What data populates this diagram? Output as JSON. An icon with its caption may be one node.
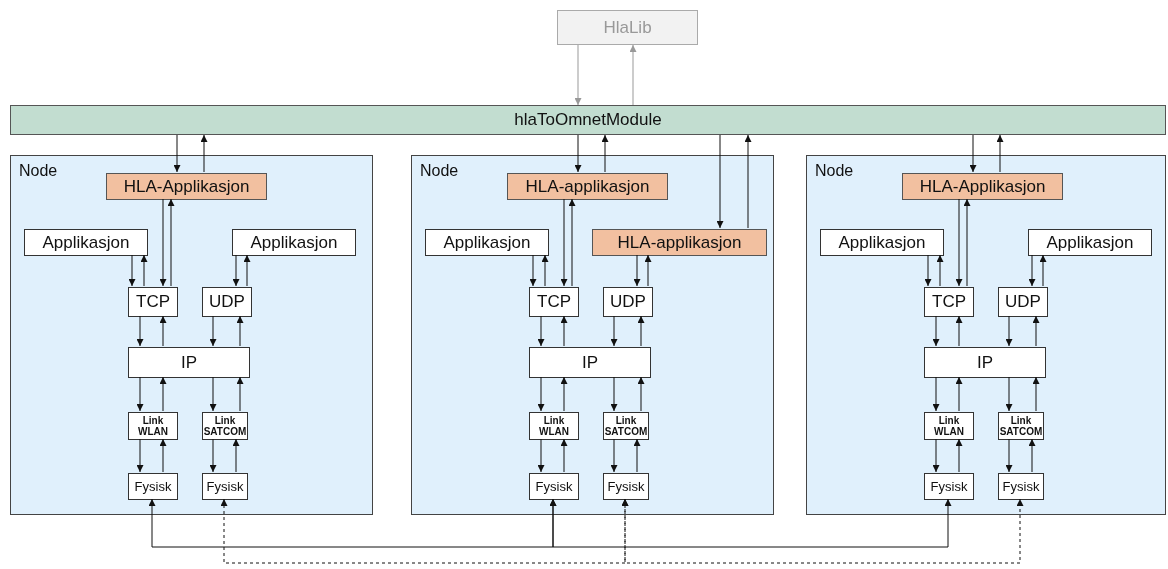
{
  "diagram": {
    "nodes": [
      {
        "text": [
          "HlaLib"
        ]
      },
      {
        "text": [
          "hlaToOmnetModule"
        ]
      },
      {
        "text": [
          "Node"
        ]
      },
      {
        "text": [
          "HLA-Applikasjon"
        ],
        "in": 2
      },
      {
        "text": [
          "Applikasjon"
        ],
        "in": 2
      },
      {
        "text": [
          "Applikasjon"
        ],
        "in": 2
      },
      {
        "text": [
          "TCP"
        ],
        "in": 2
      },
      {
        "text": [
          "UDP"
        ],
        "in": 2
      },
      {
        "text": [
          "IP"
        ],
        "in": 2
      },
      {
        "text": [
          "Link WLAN"
        ],
        "in": 2
      },
      {
        "text": [
          "Link SATCOM"
        ],
        "in": 2
      },
      {
        "text": [
          "Fysisk"
        ],
        "in": 2
      },
      {
        "text": [
          "Fysisk"
        ],
        "in": 2
      },
      {
        "text": [
          "Node"
        ]
      },
      {
        "text": [
          "HLA-applikasjon"
        ],
        "in": 13
      },
      {
        "text": [
          "Applikasjon"
        ],
        "in": 13
      },
      {
        "text": [
          "HLA-applikasjon"
        ],
        "in": 13
      },
      {
        "text": [
          "TCP"
        ],
        "in": 13
      },
      {
        "text": [
          "UDP"
        ],
        "in": 13
      },
      {
        "text": [
          "IP"
        ],
        "in": 13
      },
      {
        "text": [
          "Link WLAN"
        ],
        "in": 13
      },
      {
        "text": [
          "Link SATCOM"
        ],
        "in": 13
      },
      {
        "text": [
          "Fysisk"
        ],
        "in": 13
      },
      {
        "text": [
          "Fysisk"
        ],
        "in": 13
      },
      {
        "text": [
          "Node"
        ]
      },
      {
        "text": [
          "HLA-Applikasjon"
        ],
        "in": 24
      },
      {
        "text": [
          "Applikasjon"
        ],
        "in": 24
      },
      {
        "text": [
          "Applikasjon"
        ],
        "in": 24
      },
      {
        "text": [
          "TCP"
        ],
        "in": 24
      },
      {
        "text": [
          "UDP"
        ],
        "in": 24
      },
      {
        "text": [
          "IP"
        ],
        "in": 24
      },
      {
        "text": [
          "Link WLAN"
        ],
        "in": 24
      },
      {
        "text": [
          "Link SATCOM"
        ],
        "in": 24
      },
      {
        "text": [
          "Fysisk"
        ],
        "in": 24
      },
      {
        "text": [
          "Fysisk"
        ],
        "in": 24
      }
    ],
    "edges": [
      {
        "from": 0,
        "to": 1,
        "arrow": "to",
        "color": "#999999"
      },
      {
        "from": 1,
        "to": 0,
        "arrow": "to",
        "color": "#999999"
      },
      {
        "from": 1,
        "to": 3,
        "arrow": "to"
      },
      {
        "from": 3,
        "to": 1,
        "arrow": "to"
      },
      {
        "from": 3,
        "to": 6,
        "arrow": "to"
      },
      {
        "from": 6,
        "to": 3,
        "arrow": "to"
      },
      {
        "from": 4,
        "to": 6,
        "arrow": "to"
      },
      {
        "from": 6,
        "to": 4,
        "arrow": "to"
      },
      {
        "from": 5,
        "to": 7,
        "arrow": "to"
      },
      {
        "from": 7,
        "to": 5,
        "arrow": "to"
      },
      {
        "from": 6,
        "to": 8,
        "arrow": "to"
      },
      {
        "from": 8,
        "to": 6,
        "arrow": "to"
      },
      {
        "from": 7,
        "to": 8,
        "arrow": "to"
      },
      {
        "from": 8,
        "to": 7,
        "arrow": "to"
      },
      {
        "from": 8,
        "to": 9,
        "arrow": "to"
      },
      {
        "from": 9,
        "to": 8,
        "arrow": "to"
      },
      {
        "from": 8,
        "to": 10,
        "arrow": "to"
      },
      {
        "from": 10,
        "to": 8,
        "arrow": "to"
      },
      {
        "from": 9,
        "to": 11,
        "arrow": "to"
      },
      {
        "from": 11,
        "to": 9,
        "arrow": "to"
      },
      {
        "from": 10,
        "to": 12,
        "arrow": "to"
      },
      {
        "from": 12,
        "to": 10,
        "arrow": "to"
      },
      {
        "from": 1,
        "to": 14,
        "arrow": "to"
      },
      {
        "from": 14,
        "to": 1,
        "arrow": "to"
      },
      {
        "from": 1,
        "to": 16,
        "arrow": "to"
      },
      {
        "from": 16,
        "to": 1,
        "arrow": "to"
      },
      {
        "from": 14,
        "to": 17,
        "arrow": "to"
      },
      {
        "from": 17,
        "to": 14,
        "arrow": "to"
      },
      {
        "from": 15,
        "to": 17,
        "arrow": "to"
      },
      {
        "from": 17,
        "to": 15,
        "arrow": "to"
      },
      {
        "from": 16,
        "to": 18,
        "arrow": "to"
      },
      {
        "from": 18,
        "to": 16,
        "arrow": "to"
      },
      {
        "from": 17,
        "to": 19,
        "arrow": "to"
      },
      {
        "from": 19,
        "to": 17,
        "arrow": "to"
      },
      {
        "from": 18,
        "to": 19,
        "arrow": "to"
      },
      {
        "from": 19,
        "to": 18,
        "arrow": "to"
      },
      {
        "from": 19,
        "to": 20,
        "arrow": "to"
      },
      {
        "from": 20,
        "to": 19,
        "arrow": "to"
      },
      {
        "from": 19,
        "to": 21,
        "arrow": "to"
      },
      {
        "from": 21,
        "to": 19,
        "arrow": "to"
      },
      {
        "from": 20,
        "to": 22,
        "arrow": "to"
      },
      {
        "from": 22,
        "to": 20,
        "arrow": "to"
      },
      {
        "from": 21,
        "to": 23,
        "arrow": "to"
      },
      {
        "from": 23,
        "to": 21,
        "arrow": "to"
      },
      {
        "from": 1,
        "to": 25,
        "arrow": "to"
      },
      {
        "from": 25,
        "to": 1,
        "arrow": "to"
      },
      {
        "from": 25,
        "to": 28,
        "arrow": "to"
      },
      {
        "from": 28,
        "to": 25,
        "arrow": "to"
      },
      {
        "from": 26,
        "to": 28,
        "arrow": "to"
      },
      {
        "from": 28,
        "to": 26,
        "arrow": "to"
      },
      {
        "from": 27,
        "to": 29,
        "arrow": "to"
      },
      {
        "from": 29,
        "to": 27,
        "arrow": "to"
      },
      {
        "from": 28,
        "to": 30,
        "arrow": "to"
      },
      {
        "from": 30,
        "to": 28,
        "arrow": "to"
      },
      {
        "from": 29,
        "to": 30,
        "arrow": "to"
      },
      {
        "from": 30,
        "to": 29,
        "arrow": "to"
      },
      {
        "from": 30,
        "to": 31,
        "arrow": "to"
      },
      {
        "from": 31,
        "to": 30,
        "arrow": "to"
      },
      {
        "from": 30,
        "to": 32,
        "arrow": "to"
      },
      {
        "from": 32,
        "to": 30,
        "arrow": "to"
      },
      {
        "from": 31,
        "to": 33,
        "arrow": "to"
      },
      {
        "from": 33,
        "to": 31,
        "arrow": "to"
      },
      {
        "from": 32,
        "to": 34,
        "arrow": "to"
      },
      {
        "from": 34,
        "to": 32,
        "arrow": "to"
      },
      {
        "from": 11,
        "to": 22,
        "arrow": "both"
      },
      {
        "from": 22,
        "to": 33,
        "arrow": "both"
      },
      {
        "from": 12,
        "to": 23,
        "arrow": "both",
        "style": "dashed"
      },
      {
        "from": 23,
        "to": 34,
        "arrow": "both",
        "style": "dashed"
      }
    ]
  }
}
